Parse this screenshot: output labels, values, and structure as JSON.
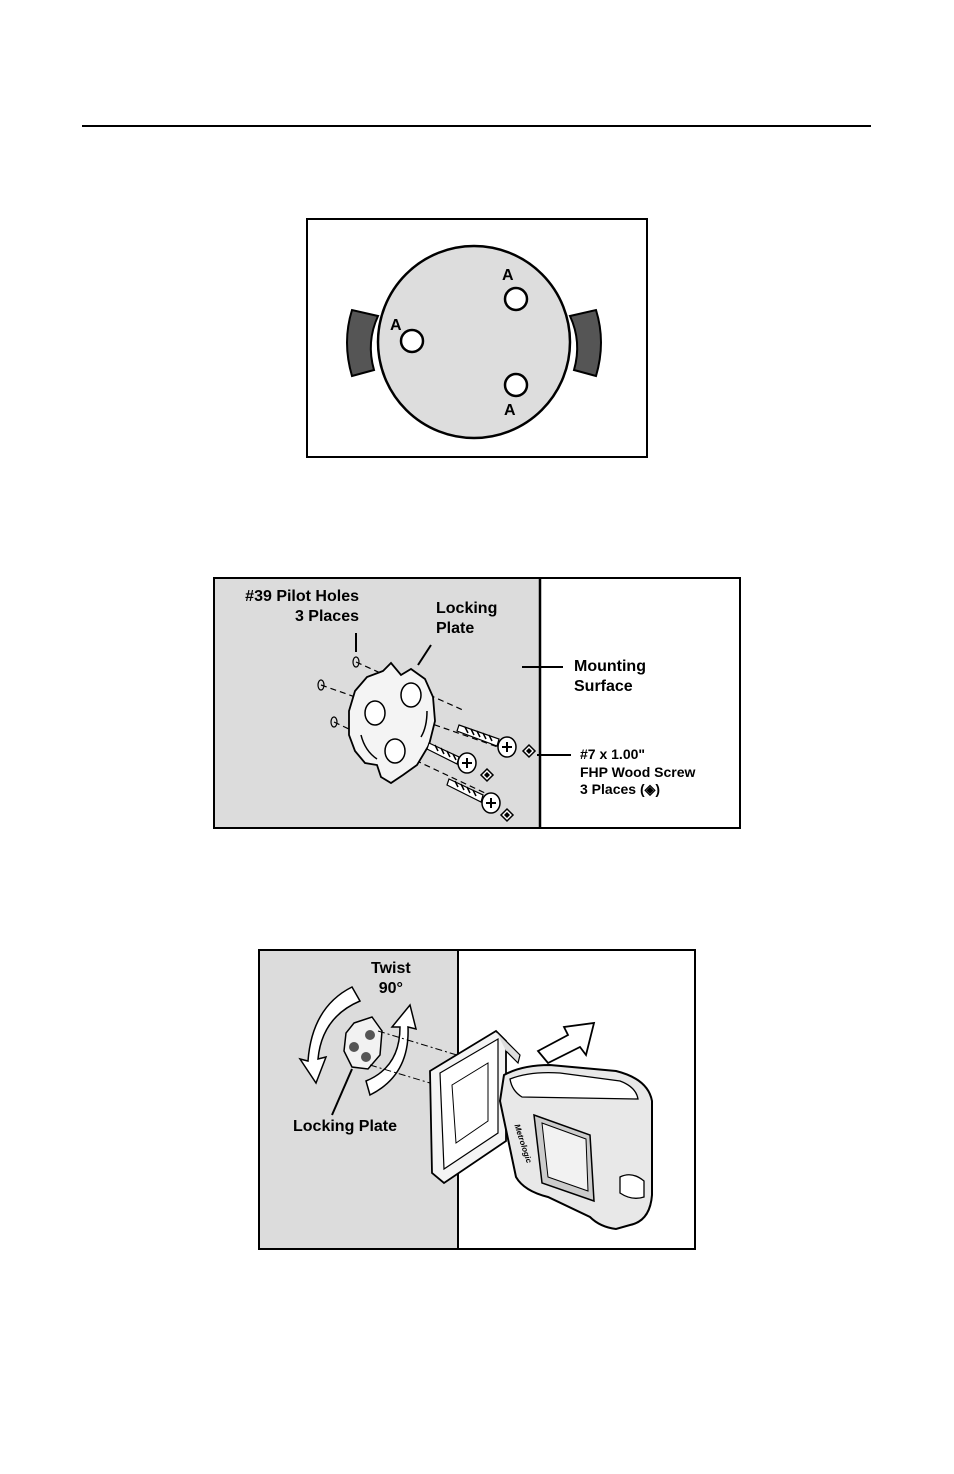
{
  "fig1": {
    "hole_labels": [
      "A",
      "A",
      "A"
    ]
  },
  "fig2": {
    "pilot_holes": [
      "#39 Pilot Holes",
      "3 Places"
    ],
    "locking_plate": [
      "Locking",
      "Plate"
    ],
    "mounting_surface": [
      "Mounting",
      "Surface"
    ],
    "screw": [
      "#7 x 1.00\"",
      "FHP Wood Screw",
      "3 Places (◈)"
    ]
  },
  "fig3": {
    "twist": [
      "Twist",
      "90°"
    ],
    "locking_plate": "Locking Plate",
    "brand": "Metrologic"
  },
  "colors": {
    "wall": "#dcdcdc",
    "line": "#000000",
    "device": "#e8e8e8"
  }
}
